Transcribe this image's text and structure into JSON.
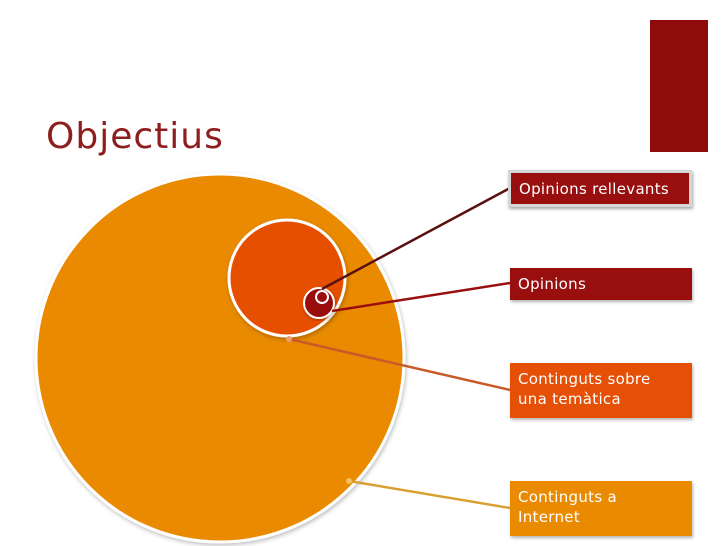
{
  "slide": {
    "title": "Objectius"
  },
  "callouts": [
    {
      "label": "Opinions rellevants"
    },
    {
      "label": "Opinions"
    },
    {
      "label": "Continguts sobre una temàtica"
    },
    {
      "label": "Continguts a Internet"
    }
  ],
  "colors": {
    "accent": "#8e0c0c",
    "title": "#8e1e1e",
    "internet": "#ea8a00",
    "topic": "#e64f06",
    "opinions": "#990f0f",
    "relevant": "#990f0f"
  }
}
